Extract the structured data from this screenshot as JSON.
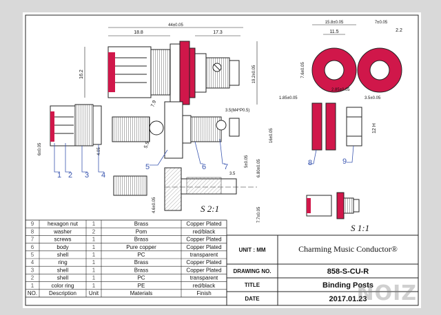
{
  "colors": {
    "red": "#d0174a",
    "line": "#222222",
    "callout": "#3a56b0",
    "hatch": "#888888"
  },
  "dimensions": {
    "overall_length": "44±0.05",
    "head_length": "18.8",
    "thread_length": "17.3",
    "head_height": "16.2",
    "right_height": "19.2±0.05",
    "washer_outer": "15.8±0.05",
    "washer_inner": "11.5",
    "washer_height": "7.6±0.05",
    "small_width": "7±0.05",
    "small_inner": "2.2",
    "washer_thick": "1.85±0.05",
    "washer_gap": "2.85±0.05",
    "nut_thick": "3.5±0.05",
    "nut_height": "12 H",
    "angle": "7.9",
    "diameter_55": "5.5",
    "thread_spec": "3.5(M4*P0.5)",
    "dim_40": "4.05",
    "dim_6": "6±0.05",
    "dim_16": "16±0.05",
    "dim_5": "5±0.05",
    "dim_680": "6.80±0.05",
    "dim_35": "3.5",
    "dim_46": "4.6±0.05",
    "dim_77": "7.7±0.05"
  },
  "callouts": [
    "1",
    "2",
    "3",
    "4",
    "5",
    "6",
    "7",
    "8",
    "9"
  ],
  "scales": {
    "s21": "S 2:1",
    "s11": "S 1:1"
  },
  "bom": {
    "header": {
      "no": "NO.",
      "description": "Description",
      "unit": "Unit",
      "materials": "Materials",
      "finish": "Finish"
    },
    "rows": [
      {
        "no": "9",
        "description": "hexagon nut",
        "unit": "1",
        "materials": "Brass",
        "finish": "Copper Plated"
      },
      {
        "no": "8",
        "description": "washer",
        "unit": "2",
        "materials": "Pom",
        "finish": "red/black"
      },
      {
        "no": "7",
        "description": "screws",
        "unit": "1",
        "materials": "Brass",
        "finish": "Copper Plated"
      },
      {
        "no": "6",
        "description": "body",
        "unit": "1",
        "materials": "Pure copper",
        "finish": "Copper Plated"
      },
      {
        "no": "5",
        "description": "shell",
        "unit": "1",
        "materials": "PC",
        "finish": "transparent"
      },
      {
        "no": "4",
        "description": "ring",
        "unit": "1",
        "materials": "Brass",
        "finish": "Copper Plated"
      },
      {
        "no": "3",
        "description": "shell",
        "unit": "1",
        "materials": "Brass",
        "finish": "Copper Plated"
      },
      {
        "no": "2",
        "description": "shell",
        "unit": "1",
        "materials": "PC",
        "finish": "transparent"
      },
      {
        "no": "1",
        "description": "color ring",
        "unit": "1",
        "materials": "PE",
        "finish": "red/black"
      }
    ]
  },
  "titleblock": {
    "unit_label": "UNIT : MM",
    "company": "Charming Music Conductor®",
    "drawing_no_label": "DRAWING NO.",
    "drawing_no": "858-S-CU-R",
    "title_label": "TITLE",
    "title": "Binding Posts",
    "date_label": "DATE",
    "date": "2017.01.23"
  },
  "watermark": "NOIZ"
}
